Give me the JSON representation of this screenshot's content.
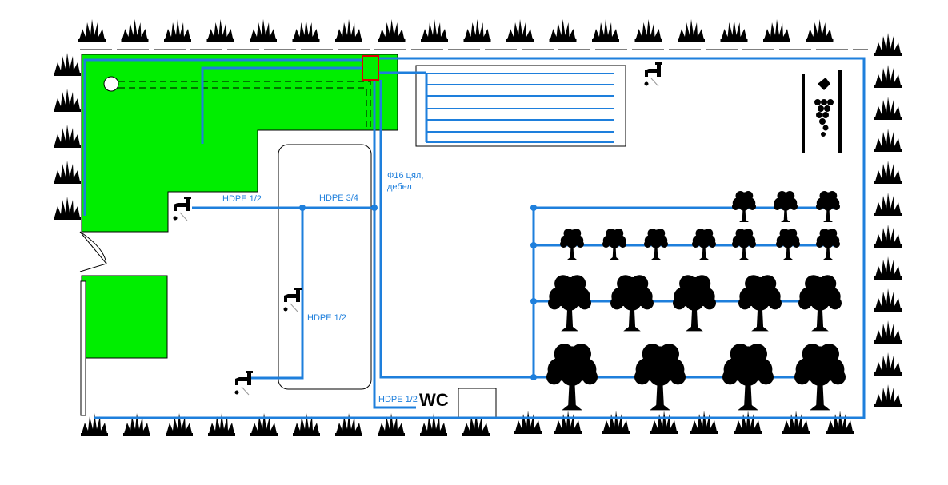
{
  "colors": {
    "lawn": "#00ee00",
    "pipe": "#1e7fdc",
    "valve_box": "#e00000"
  },
  "labels": {
    "pipe_main_left": "HDPE 1/2",
    "pipe_main_right": "HDPE 3/4",
    "pipe_vertical": "HDPE 1/2",
    "pipe_bottom": "HDPE 1/2",
    "drip_line_1": "Ф16 цял,",
    "drip_line_2": "дебел",
    "wc": "WC"
  },
  "icons": [
    "agave-plant-icon",
    "tree-icon",
    "water-tap-icon",
    "grape-icon"
  ]
}
